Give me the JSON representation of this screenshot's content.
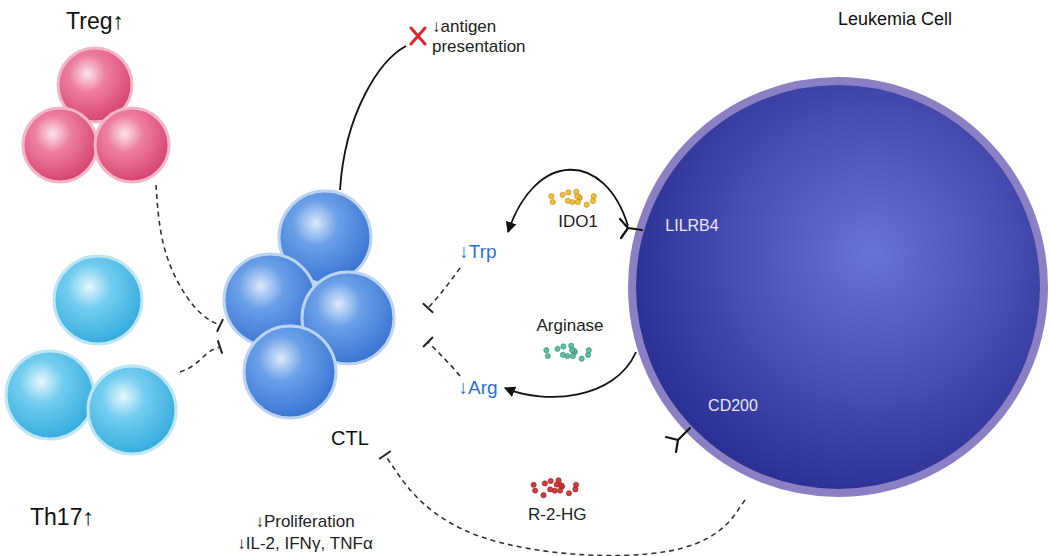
{
  "diagram": {
    "nodes": [
      {
        "text": [
          "Treg↑"
        ]
      },
      {
        "text": [
          "Th17↑"
        ]
      },
      {
        "text": [
          "CTL"
        ]
      },
      {
        "text": [
          "Leukemia Cell",
          "LILRB4",
          "CD200"
        ]
      }
    ],
    "edges": [
      {
        "from": 0,
        "to": 2,
        "arrow": "to"
      },
      {
        "from": 1,
        "to": 2,
        "arrow": "to"
      },
      {
        "from": 3,
        "to": 2,
        "label": "R-2-HG",
        "arrow": "to"
      }
    ],
    "labels": [
      "↓antigen presentation",
      "IDO1",
      "↓Trp",
      "Arginase",
      "↓Arg",
      "↓Proliferation",
      "↓IL-2, IFNγ, TNFα"
    ]
  }
}
